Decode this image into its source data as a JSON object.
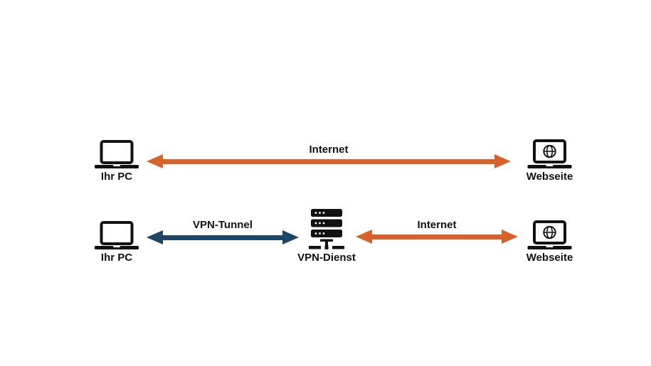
{
  "colors": {
    "orange": "#D8622B",
    "navy": "#1C4568",
    "ink": "#111111",
    "background": "#FFFFFF"
  },
  "row1": {
    "pc": {
      "icon": "laptop",
      "label": "Ihr PC"
    },
    "internet_arrow": {
      "label": "Internet",
      "color": "orange",
      "direction": "bidirectional"
    },
    "website": {
      "icon": "laptop-globe",
      "label": "Webseite"
    }
  },
  "row2": {
    "pc": {
      "icon": "laptop",
      "label": "Ihr PC"
    },
    "vpn_tunnel_arrow": {
      "label": "VPN-Tunnel",
      "color": "navy",
      "direction": "bidirectional"
    },
    "vpn_service": {
      "icon": "server",
      "label": "VPN-Dienst"
    },
    "internet_arrow": {
      "label": "Internet",
      "color": "orange",
      "direction": "bidirectional"
    },
    "website": {
      "icon": "laptop-globe",
      "label": "Webseite"
    }
  }
}
